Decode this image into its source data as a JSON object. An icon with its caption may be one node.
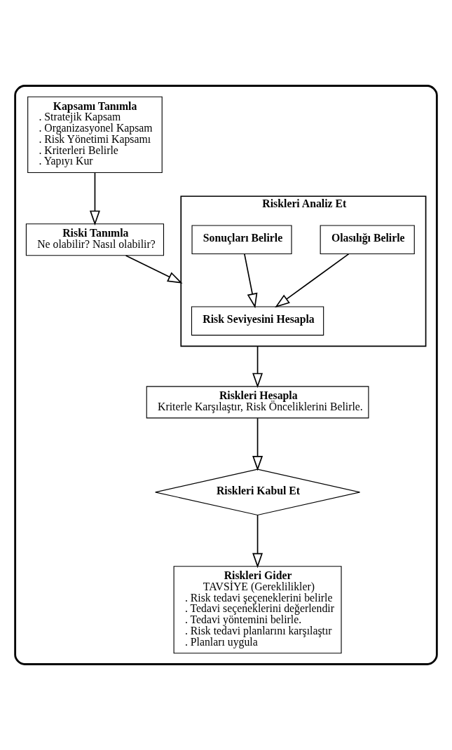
{
  "diagram": {
    "nodes": [
      {
        "text": [],
        "shape": "box"
      },
      {
        "text": [
          "Kapsamı Tanımla",
          ". Stratejik Kapsam",
          ". Organizasyonel Kapsam",
          ". Risk Yönetimi Kapsamı",
          ". Kriterleri Belirle",
          ". Yapıyı Kur"
        ],
        "in": 0
      },
      {
        "text": [
          "Riski Tanımla",
          "Ne olabilir? Nasıl olabilir?"
        ],
        "in": 0
      },
      {
        "text": [
          "Riskleri Analiz Et"
        ],
        "in": 0
      },
      {
        "text": [
          "Olasılığı Belirle"
        ],
        "in": 3
      },
      {
        "text": [
          "Sonuçları Belirle"
        ],
        "in": 3
      },
      {
        "text": [
          "Risk Seviyesini Hesapla"
        ],
        "in": 3
      },
      {
        "text": [
          "Riskleri Hesapla",
          "Kriterle Karşılaştır, Risk Önceliklerini Belirle."
        ],
        "in": 0
      },
      {
        "text": [
          "Riskleri Kabul Et"
        ],
        "in": 0
      },
      {
        "text": [
          "Riskleri Gider",
          "TAVSİYE (Gereklilikler)",
          ". Risk tedavi şeçeneklerini belirle",
          ". Tedavi seçeneklerini değerlendir",
          ". Tedavi yöntemini belirle.",
          ". Risk tedavi planlarını karşılaştır",
          ". Planları uygula"
        ],
        "in": 0
      }
    ],
    "edges": [
      {
        "from": 1,
        "to": 2,
        "arrow": "to"
      },
      {
        "from": 2,
        "to": 3,
        "arrow": "to"
      },
      {
        "from": 4,
        "to": 6,
        "arrow": "to"
      },
      {
        "from": 5,
        "to": 6,
        "arrow": "to"
      },
      {
        "from": 3,
        "to": 7,
        "arrow": "to"
      },
      {
        "from": 7,
        "to": 8,
        "arrow": "to"
      },
      {
        "from": 8,
        "to": 9,
        "arrow": "to"
      }
    ]
  }
}
